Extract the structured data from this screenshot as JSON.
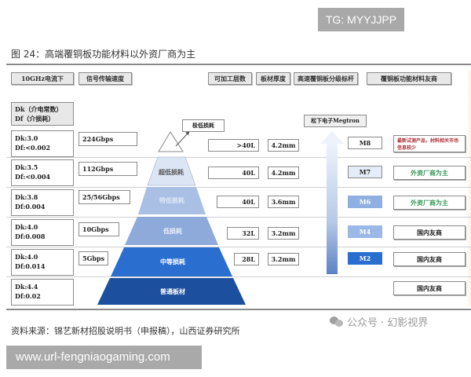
{
  "watermarks": {
    "tg_badge": "TG: MYYJJPP",
    "url_badge": "www.url-fengniaogaming.com",
    "wechat": "公众号 · 幻影视界"
  },
  "figure": {
    "title": "图 24：高端覆铜板功能材料以外资厂商为主",
    "source": "资料来源：锦艺新材招股说明书（申报稿），山西证券研究所"
  },
  "headers": {
    "condition": "10GHz电流下",
    "signal_speed": "信号传输速度",
    "layers": "可加工层数",
    "thickness": "板材厚度",
    "grade_index": "高速覆铜板分级标杆",
    "vendors": "覆铜板功能材料友商"
  },
  "dk_header": {
    "line1": "Dk（介电常数）",
    "line2": "Df（介损耗）"
  },
  "megtron_label": "松下电子Megtron",
  "tip_label": "极低损耗",
  "rows": [
    {
      "dk": "Dk:3.0",
      "df": "Df:<0.002",
      "speed": "224Gbps",
      "level": "",
      "layers": ">40L",
      "thickness": "4.2mm",
      "grade": "M8",
      "vendor": "最新试测产品，材料相关市场信息较少",
      "vendor_color": "#b0323a"
    },
    {
      "dk": "Dk:3.5",
      "df": "Df:<0.004",
      "speed": "112Gbps",
      "level": "超低损耗",
      "layers": "40L",
      "thickness": "4.2mm",
      "grade": "M7",
      "vendor": "外资厂商为主",
      "vendor_color": "#3a9a5a"
    },
    {
      "dk": "Dk:3.8",
      "df": "Df:0.004",
      "speed": "25/56Gbps",
      "level": "特低损耗",
      "layers": "40L",
      "thickness": "3.6mm",
      "grade": "M6",
      "vendor": "外资厂商为主",
      "vendor_color": "#3a9a5a"
    },
    {
      "dk": "Dk:4.0",
      "df": "Df:0.008",
      "speed": "10Gbps",
      "level": "低损耗",
      "layers": "32L",
      "thickness": "3.2mm",
      "grade": "M4",
      "vendor": "国内友商",
      "vendor_color": "#222222"
    },
    {
      "dk": "Dk:4.0",
      "df": "Df:0.014",
      "speed": "5Gbps",
      "level": "中等损耗",
      "layers": "28L",
      "thickness": "3.2mm",
      "grade": "M2",
      "vendor": "国内友商",
      "vendor_color": "#222222"
    },
    {
      "dk": "Dk:4.4",
      "df": "Df:0.02",
      "speed": "",
      "level": "普通板材",
      "layers": "",
      "thickness": "",
      "grade": "",
      "vendor": "国内友商",
      "vendor_color": "#222222"
    }
  ],
  "colors": {
    "pyramid": [
      "#ffffff",
      "#dbe5f4",
      "#a9c0e4",
      "#8eaadb",
      "#2a6fd0",
      "#1c4f9e"
    ],
    "grade_bg": [
      "#ffffff",
      "#e4ecf8",
      "#8fb0e0",
      "#9bb8e6",
      "#2a6fd0"
    ],
    "grade_text": [
      "#222222",
      "#222222",
      "#ffffff",
      "#ffffff",
      "#ffffff"
    ]
  }
}
